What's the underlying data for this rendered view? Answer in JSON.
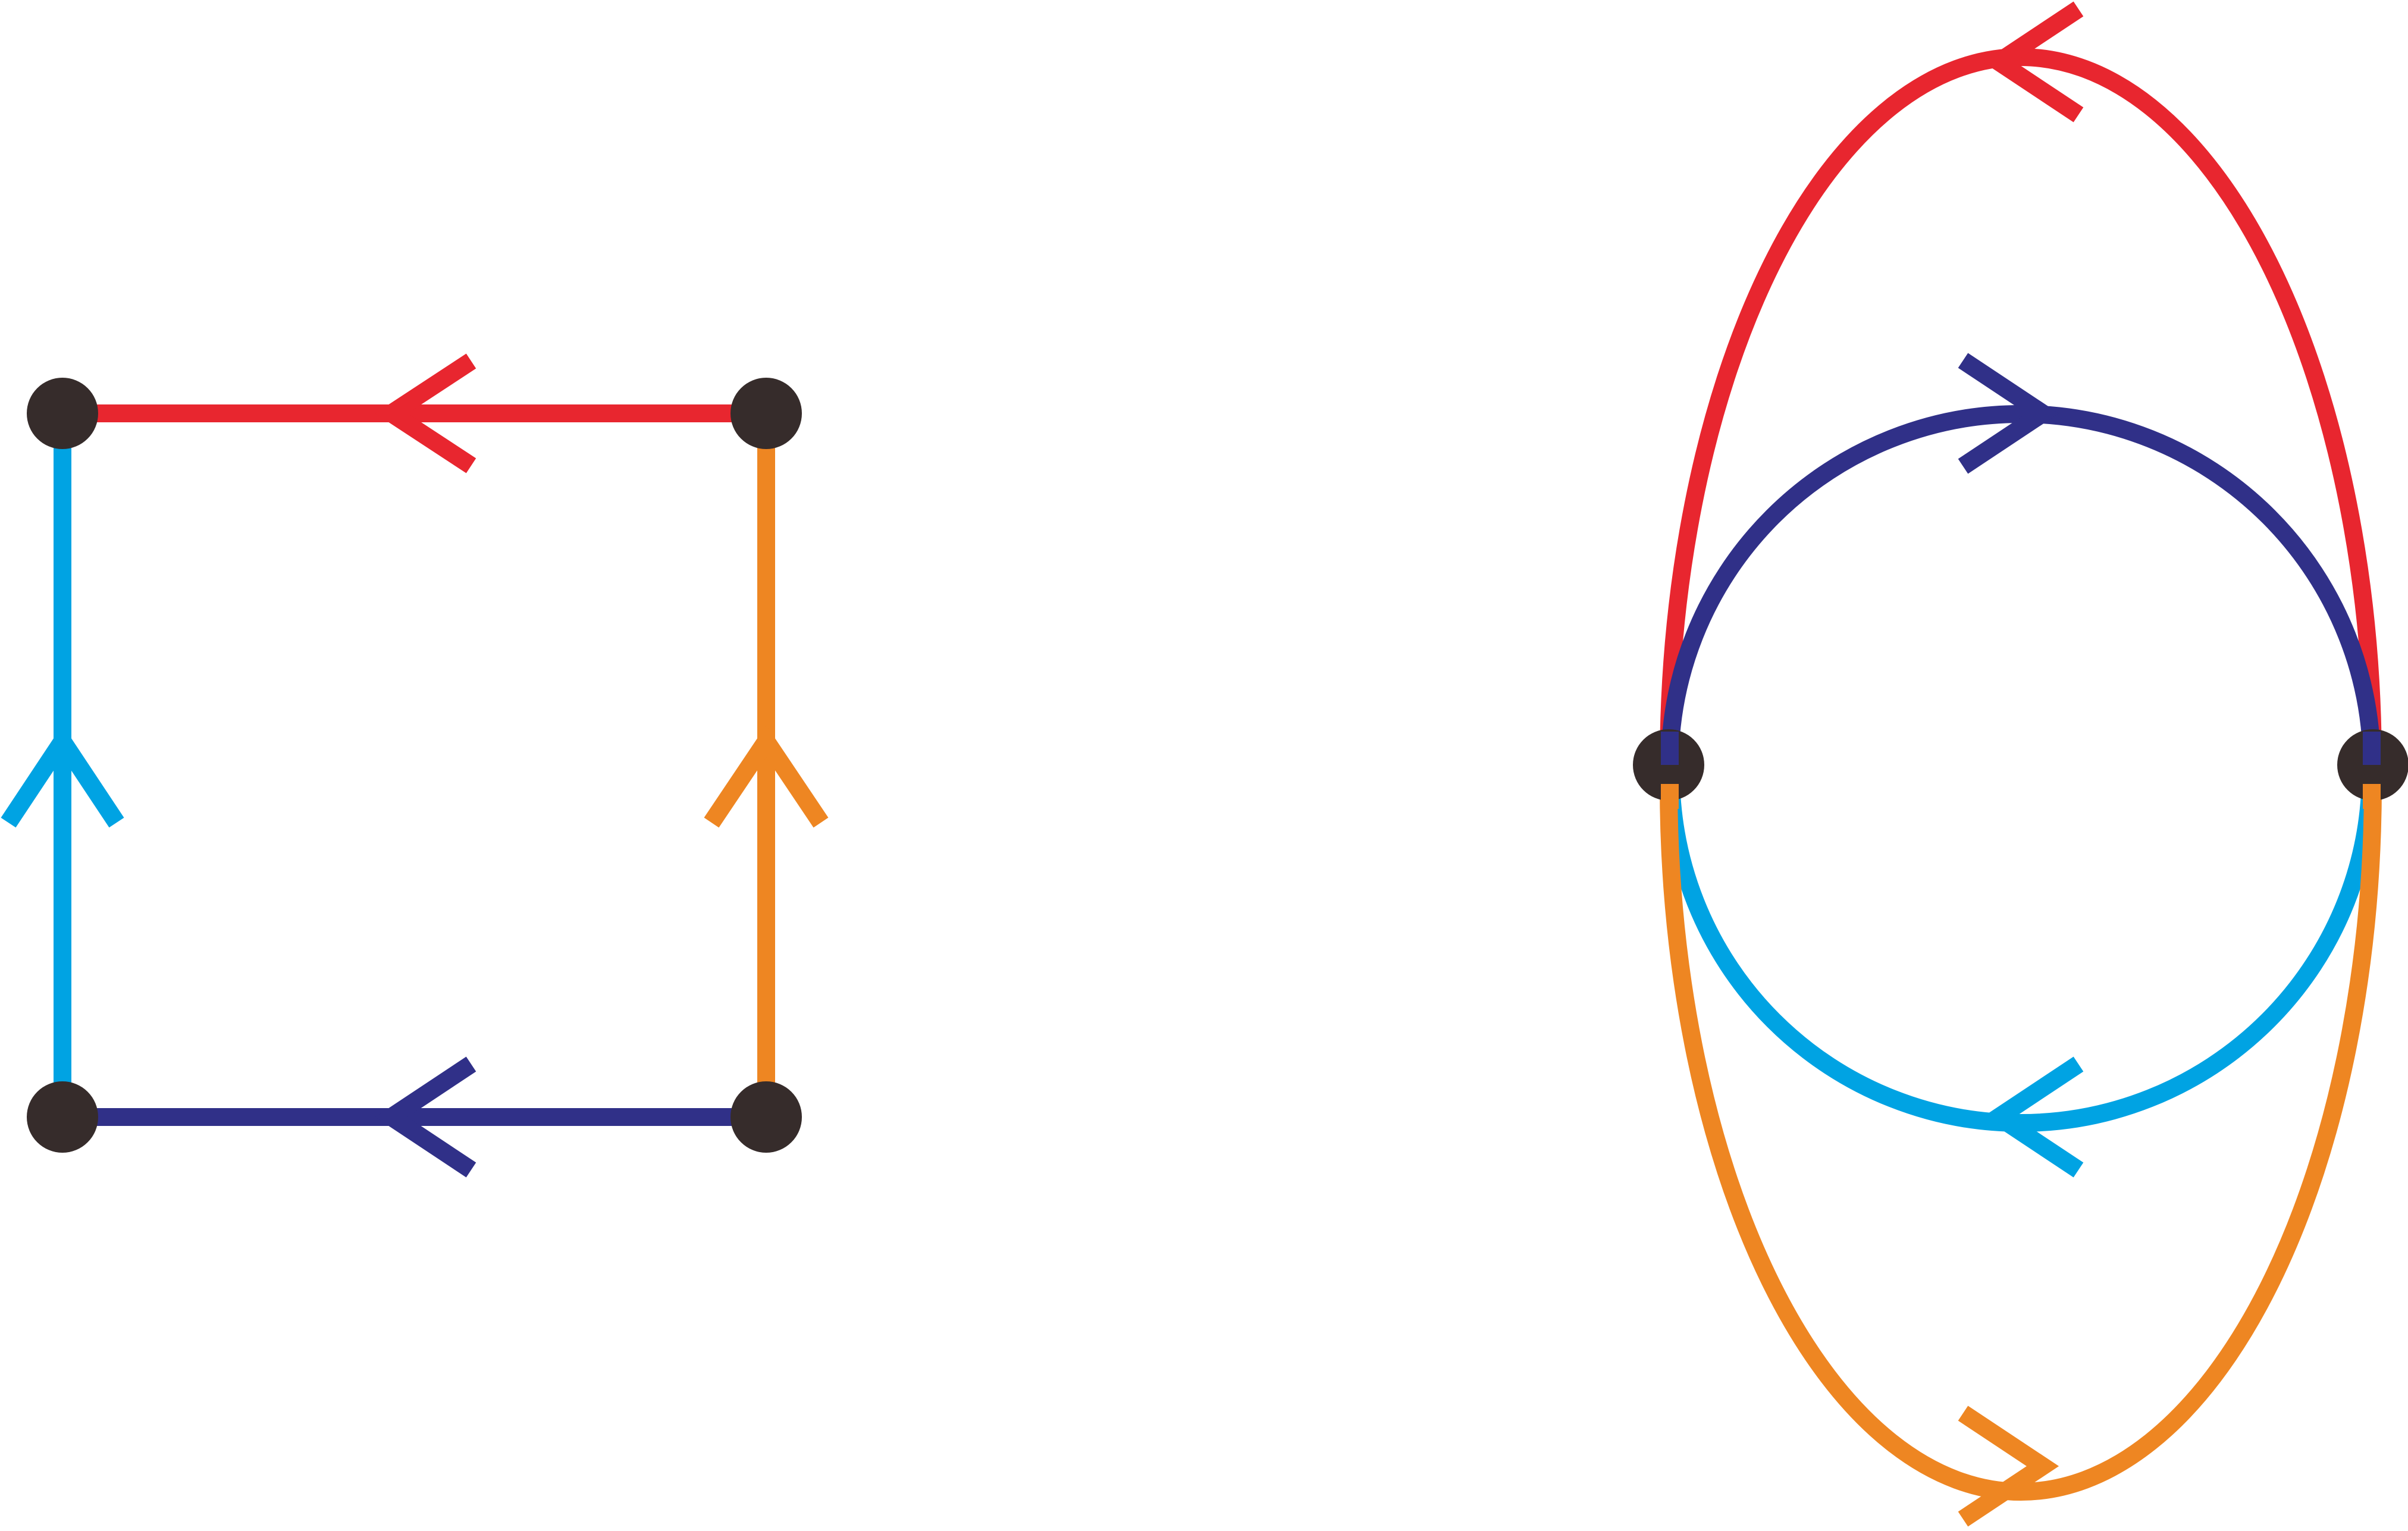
{
  "diagram": {
    "colors": {
      "red": "#e8262f",
      "sky_blue": "#00a3e3",
      "orange": "#ee8622",
      "navy": "#303088",
      "node": "#362c2b",
      "background": "#ffffff"
    },
    "left_graph": {
      "nodes": [
        "top-left",
        "top-right",
        "bottom-left",
        "bottom-right"
      ],
      "edges": [
        {
          "from": "top-right",
          "to": "top-left",
          "color": "red"
        },
        {
          "from": "bottom-left",
          "to": "top-left",
          "color": "sky_blue"
        },
        {
          "from": "bottom-right",
          "to": "top-right",
          "color": "orange"
        },
        {
          "from": "bottom-right",
          "to": "bottom-left",
          "color": "navy"
        }
      ]
    },
    "right_graph": {
      "nodes": [
        "left",
        "right"
      ],
      "edges": [
        {
          "name": "outer-top",
          "color": "red",
          "arrow": "left"
        },
        {
          "name": "inner-top",
          "color": "navy",
          "arrow": "right"
        },
        {
          "name": "inner-bottom",
          "color": "sky_blue",
          "arrow": "left"
        },
        {
          "name": "outer-bottom",
          "color": "orange",
          "arrow": "right"
        }
      ]
    }
  }
}
